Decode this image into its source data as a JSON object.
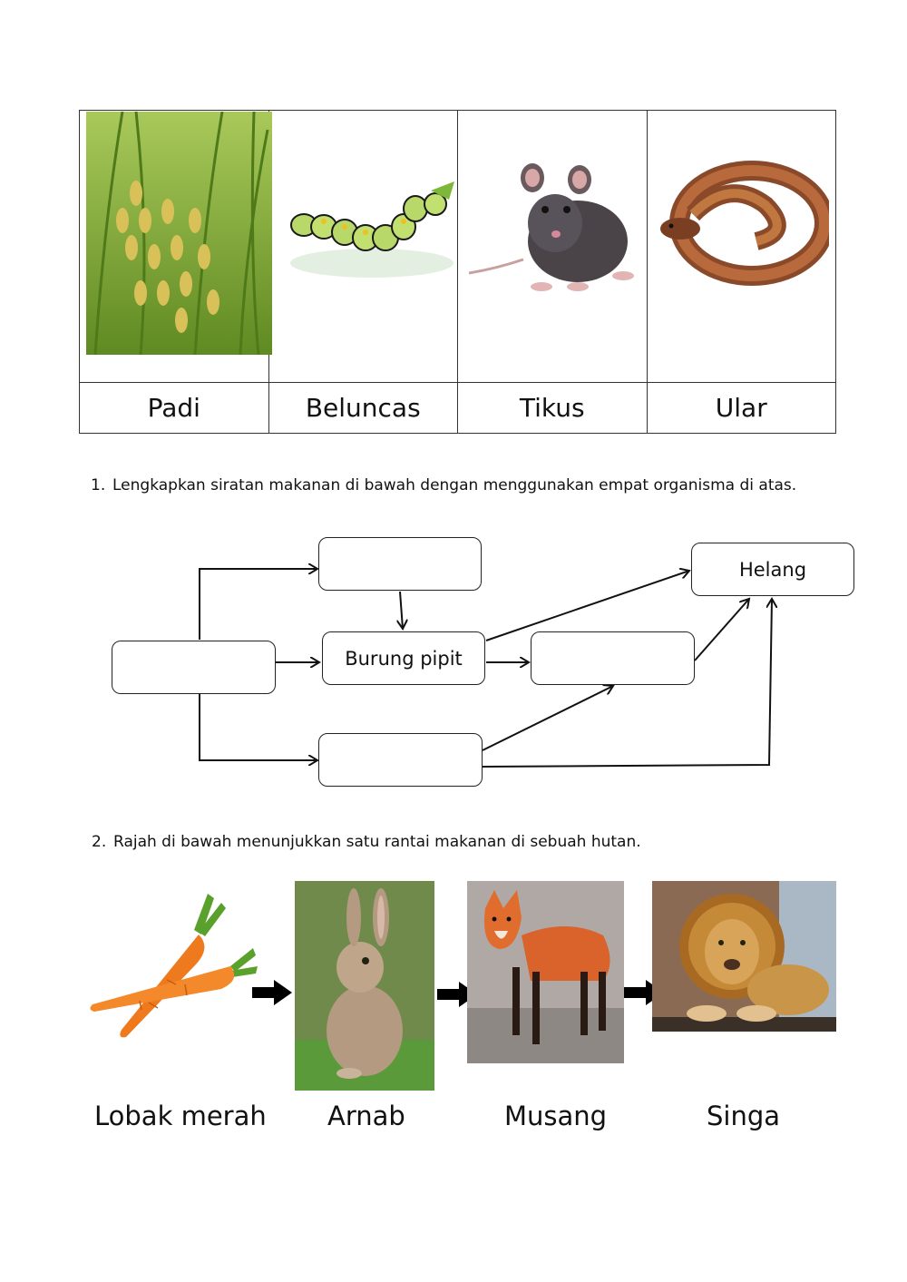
{
  "organism_table": {
    "labels": [
      "Padi",
      "Beluncas",
      "Tikus",
      "Ular"
    ],
    "icons": [
      "rice-plant-image",
      "caterpillar-image",
      "rat-image",
      "snake-image"
    ]
  },
  "question1": {
    "number": "1.",
    "text": "Lengkapkan siratan makanan di bawah dengan menggunakan empat organisma di atas."
  },
  "food_web": {
    "producer_box": "",
    "top_box": "",
    "middle_box": "Burung pipit",
    "right_box": "",
    "bottom_box": "",
    "top_predator_box": "Helang"
  },
  "question2": {
    "number": "2.",
    "text": "Rajah di bawah menunjukkan satu rantai makanan di sebuah hutan."
  },
  "food_chain": {
    "labels": [
      "Lobak merah",
      "Arnab",
      "Musang",
      "Singa"
    ],
    "icons": [
      "carrot-image",
      "rabbit-image",
      "fox-image",
      "lion-image"
    ]
  }
}
